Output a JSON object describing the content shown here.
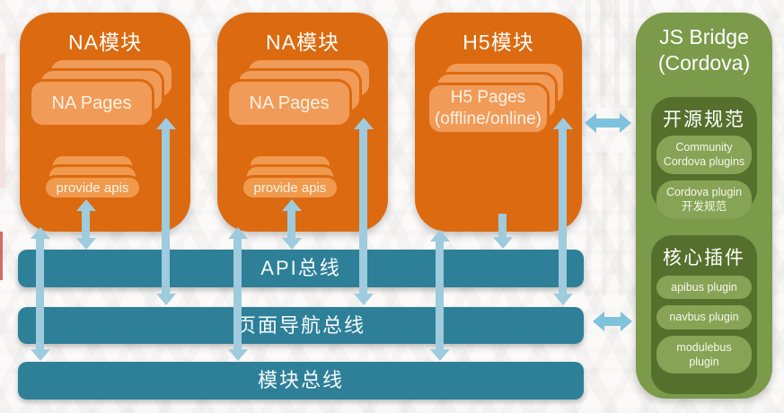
{
  "modules": [
    {
      "title": "NA模块",
      "pages": "NA Pages",
      "apis": "provide apis"
    },
    {
      "title": "NA模块",
      "pages": "NA Pages",
      "apis": "provide apis"
    },
    {
      "title": "H5模块",
      "pages": "H5 Pages\n(offline/online)"
    }
  ],
  "buses": [
    {
      "label": "API总线"
    },
    {
      "label": "页面导航总线"
    },
    {
      "label": "模块总线"
    }
  ],
  "bridge": {
    "title": "JS Bridge\n(Cordova)",
    "sections": [
      {
        "title": "开源规范",
        "pills": [
          "Community\nCordova plugins",
          "Cordova plugin\n开发规范"
        ]
      },
      {
        "title": "核心插件",
        "pills": [
          "apibus  plugin",
          "navbus plugin",
          "modulebus\nplugin"
        ]
      }
    ]
  },
  "colors": {
    "module_orange": "#dc6a10",
    "card_orange": "#f19b58",
    "pill_orange": "#f09a4e",
    "bus_teal": "#2e7f98",
    "arrow_blue": "#9ecbdd",
    "arrow_blue_h": "#7fc2dc",
    "bridge_green": "#7b9a4a",
    "section_green": "#55702c",
    "pill_green": "#87a355"
  }
}
